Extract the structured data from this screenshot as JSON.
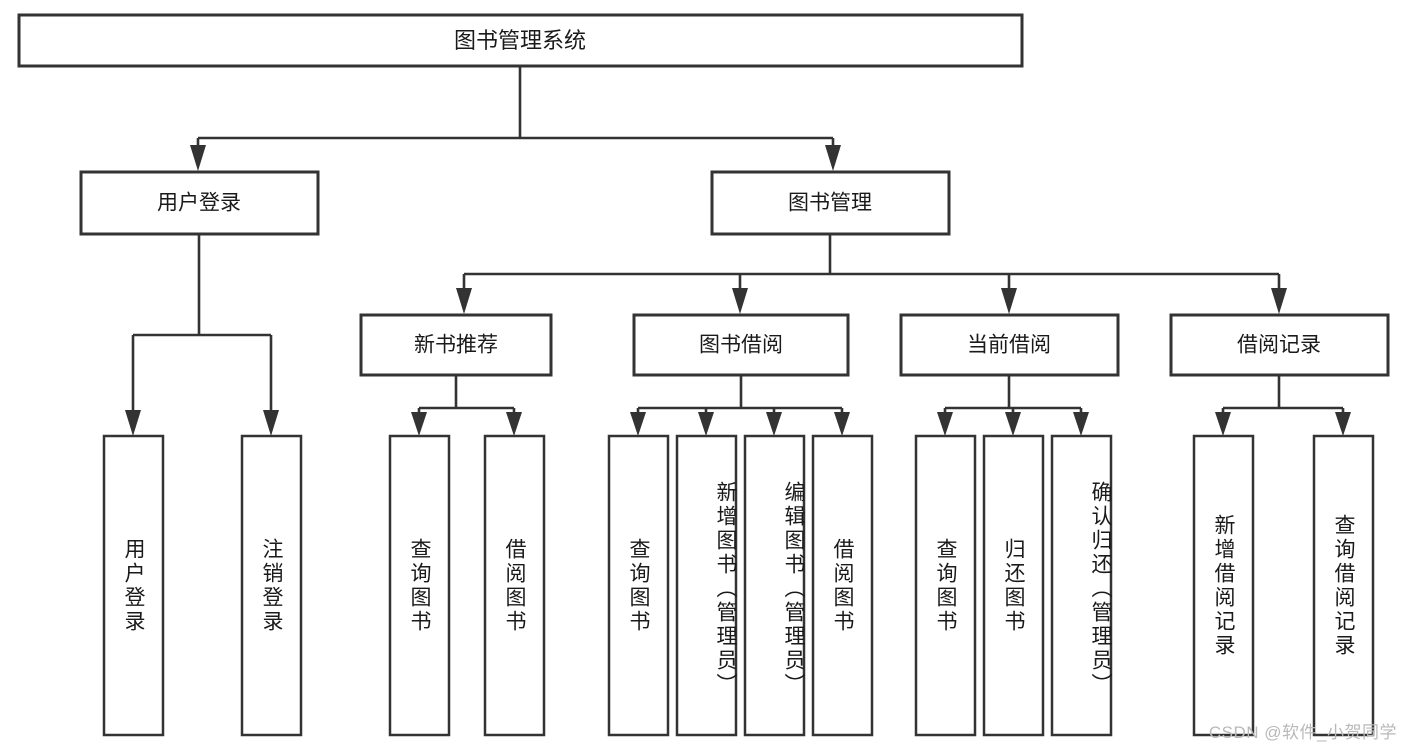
{
  "diagram": {
    "type": "tree-hierarchy-diagram",
    "title": "图书管理系统",
    "watermark": "CSDN @软件_小贺同学",
    "colors": {
      "background": "#ffffff",
      "box_stroke": "#333333",
      "box_fill": "#ffffff",
      "text": "#1a1a1a",
      "watermark_text": "#b9b9b9"
    },
    "root": {
      "label": "图书管理系统"
    },
    "level2": [
      {
        "id": "user-login",
        "label": "用户登录"
      },
      {
        "id": "book-manage",
        "label": "图书管理"
      }
    ],
    "level3": [
      {
        "id": "new-book-recommend",
        "label": "新书推荐",
        "parent": "book-manage"
      },
      {
        "id": "book-borrow",
        "label": "图书借阅",
        "parent": "book-manage"
      },
      {
        "id": "current-borrow",
        "label": "当前借阅",
        "parent": "book-manage"
      },
      {
        "id": "borrow-record",
        "label": "借阅记录",
        "parent": "book-manage"
      }
    ],
    "leaves": {
      "user-login": [
        {
          "id": "leaf-user-login",
          "label": "用户登录"
        },
        {
          "id": "leaf-logout",
          "label": "注销登录"
        }
      ],
      "new-book-recommend": [
        {
          "id": "leaf-query-book-1",
          "label": "查询图书"
        },
        {
          "id": "leaf-borrow-book-1",
          "label": "借阅图书"
        }
      ],
      "book-borrow": [
        {
          "id": "leaf-query-book-2",
          "label": "查询图书"
        },
        {
          "id": "leaf-add-book",
          "label": "新增图书（管理员）"
        },
        {
          "id": "leaf-edit-book",
          "label": "编辑图书（管理员）"
        },
        {
          "id": "leaf-borrow-book-2",
          "label": "借阅图书"
        }
      ],
      "current-borrow": [
        {
          "id": "leaf-query-book-3",
          "label": "查询图书"
        },
        {
          "id": "leaf-return-book",
          "label": "归还图书"
        },
        {
          "id": "leaf-confirm-return",
          "label": "确认归还（管理员）"
        }
      ],
      "borrow-record": [
        {
          "id": "leaf-add-record",
          "label": "新增借阅记录"
        },
        {
          "id": "leaf-query-record",
          "label": "查询借阅记录"
        }
      ]
    }
  }
}
